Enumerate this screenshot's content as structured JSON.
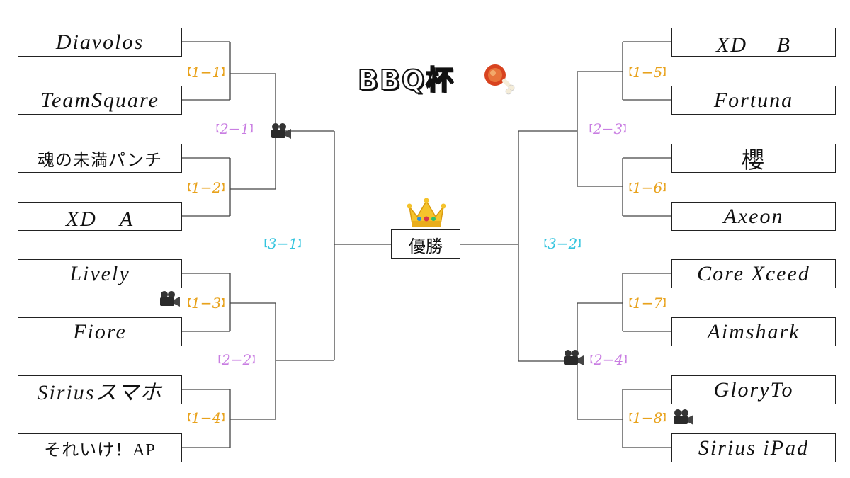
{
  "title": "BBQ杯",
  "icons": {
    "title_icon": "meat-on-bone-icon",
    "winner_icon": "crown-icon",
    "stream_icon": "movie-camera-icon"
  },
  "colors": {
    "round1_score": "#e8a21c",
    "round2_score": "#c97ee2",
    "semifinal_score": "#33c4de"
  },
  "winner_label": "優勝",
  "left": {
    "teams": [
      "Diavolos",
      "TeamSquare",
      "魂の未満パンチ",
      "XD　A",
      "Lively",
      "Fiore",
      "Siriusスマホ",
      "それいけ！AP"
    ],
    "round1": [
      {
        "open": "【",
        "a": "1",
        "dash": "−",
        "b": "1",
        "close": "】"
      },
      {
        "open": "【",
        "a": "1",
        "dash": "−",
        "b": "2",
        "close": "】"
      },
      {
        "open": "【",
        "a": "1",
        "dash": "−",
        "b": "3",
        "close": "】"
      },
      {
        "open": "【",
        "a": "1",
        "dash": "−",
        "b": "4",
        "close": "】"
      }
    ],
    "round2": [
      {
        "open": "【",
        "a": "2",
        "dash": "−",
        "b": "1",
        "close": "】"
      },
      {
        "open": "【",
        "a": "2",
        "dash": "−",
        "b": "2",
        "close": "】"
      }
    ],
    "semifinal": {
      "open": "【",
      "a": "3",
      "dash": "−",
      "b": "1",
      "close": "】"
    }
  },
  "right": {
    "teams": [
      "XD　 B",
      "Fortuna",
      "櫻",
      "Axeon",
      "Core Xceed",
      "Aimshark",
      "GloryTo",
      "Sirius iPad"
    ],
    "round1": [
      {
        "open": "【",
        "a": "1",
        "dash": "−",
        "b": "5",
        "close": "】"
      },
      {
        "open": "【",
        "a": "1",
        "dash": "−",
        "b": "6",
        "close": "】"
      },
      {
        "open": "【",
        "a": "1",
        "dash": "−",
        "b": "7",
        "close": "】"
      },
      {
        "open": "【",
        "a": "1",
        "dash": "−",
        "b": "8",
        "close": "】"
      }
    ],
    "round2": [
      {
        "open": "【",
        "a": "2",
        "dash": "−",
        "b": "3",
        "close": "】"
      },
      {
        "open": "【",
        "a": "2",
        "dash": "−",
        "b": "4",
        "close": "】"
      }
    ],
    "semifinal": {
      "open": "【",
      "a": "3",
      "dash": "−",
      "b": "2",
      "close": "】"
    }
  }
}
